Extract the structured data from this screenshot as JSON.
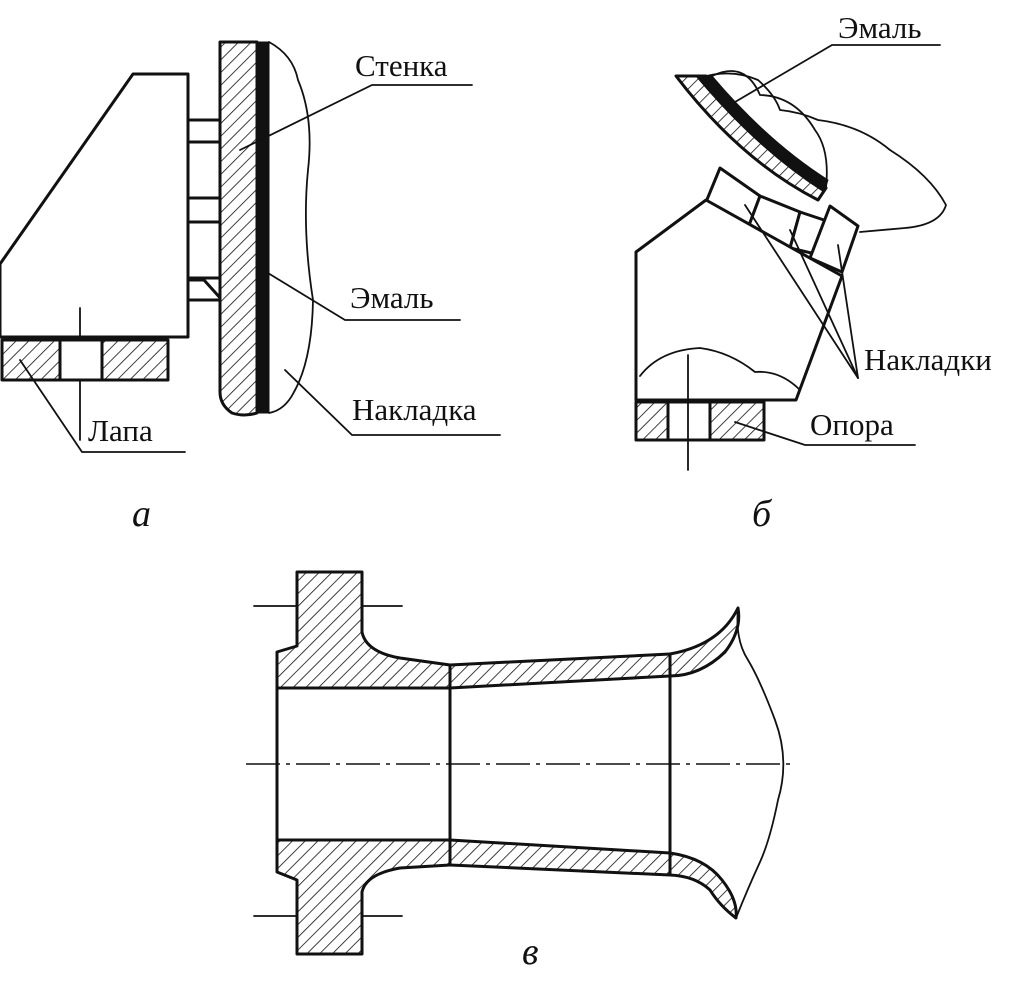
{
  "figure_a": {
    "sublabel": "а",
    "labels": {
      "wall": "Стенка",
      "enamel": "Эмаль",
      "pad": "Накладка",
      "paw": "Лапа"
    }
  },
  "figure_b": {
    "sublabel": "б",
    "labels": {
      "enamel": "Эмаль",
      "pads": "Накладки",
      "support": "Опора"
    }
  },
  "figure_c": {
    "sublabel": "в"
  },
  "colors": {
    "ink": "#111111",
    "paper": "#ffffff"
  }
}
